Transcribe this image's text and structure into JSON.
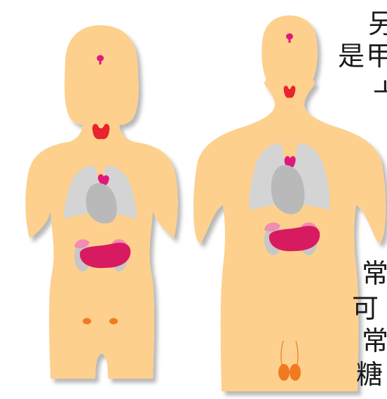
{
  "text_fragments": {
    "top_line1": "另",
    "top_line2": "是甲",
    "top_line3": "ㅗ",
    "bottom_line1": "常",
    "bottom_line2": "可",
    "bottom_line3": "常",
    "bottom_line4": "糖"
  },
  "colors": {
    "skin": "#fdd08d",
    "shadow": "#c9c9c9",
    "lungs": "#d4d4d4",
    "heart": "#b9b9b9",
    "kidney": "#c7c7c7",
    "pink_light": "#f28cb1",
    "magenta": "#d81b60",
    "thyroid_red": "#e8242e",
    "orange": "#f07a20"
  }
}
